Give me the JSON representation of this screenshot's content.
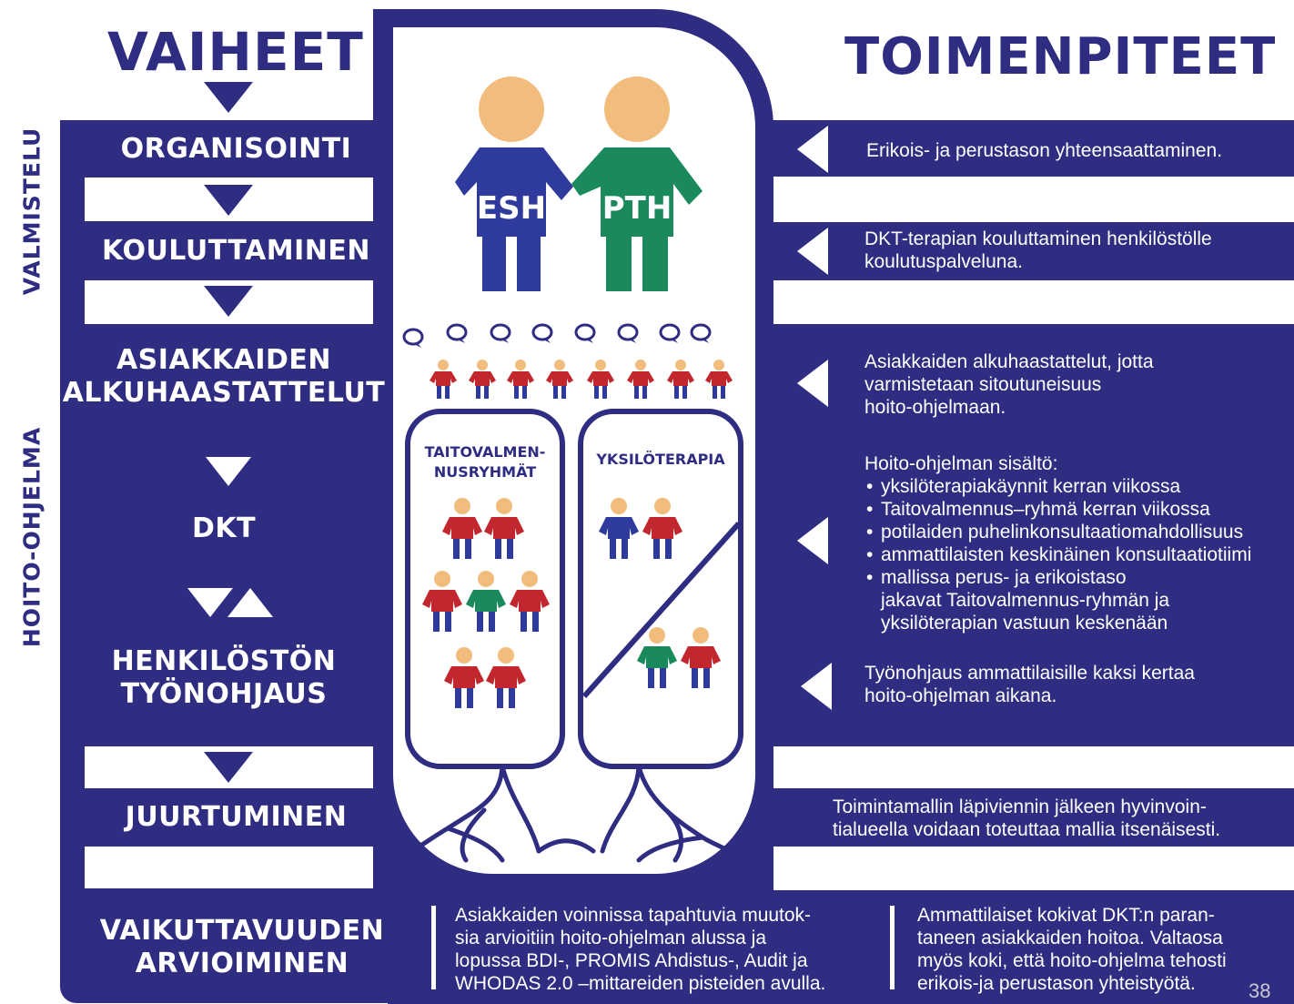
{
  "headers": {
    "left": "VAIHEET",
    "right": "TOIMENPITEET"
  },
  "side_labels": {
    "top": "VALMISTELU",
    "bottom": "HOITO-OHJELMA"
  },
  "stages": {
    "organisointi": "ORGANISOINTI",
    "kouluttaminen": "KOULUTTAMINEN",
    "alkuhaastattelut_1": "ASIAKKAIDEN",
    "alkuhaastattelut_2": "ALKUHAASTATTELUT",
    "dkt": "DKT",
    "tyonohjaus_1": "HENKILÖSTÖN",
    "tyonohjaus_2": "TYÖNOHJAUS",
    "juurtuminen": "JUURTUMINEN",
    "arviointi_1": "VAIKUTTAVUUDEN",
    "arviointi_2": "ARVIOIMINEN"
  },
  "figures": {
    "esh": "ESH",
    "pth": "PTH"
  },
  "groups": {
    "taitovalmennus_1": "TAITOVALMEN-",
    "taitovalmennus_2": "NUSRYHMÄT",
    "yksiloterapia": "YKSILÖTERAPIA"
  },
  "actions": {
    "organisointi": "Erikois- ja perustason yhteensaattaminen.",
    "kouluttaminen_1": "DKT-terapian kouluttaminen henkilöstölle",
    "kouluttaminen_2": "koulutuspalveluna.",
    "alku_1": "Asiakkaiden alkuhaastattelut, jotta",
    "alku_2": "varmistetaan sitoutuneisuus",
    "alku_3": "hoito-ohjelmaan.",
    "dkt_title": "Hoito-ohjelman sisältö:",
    "dkt_items": [
      "yksilöterapiakäynnit kerran viikossa",
      "Taitovalmennus–ryhmä kerran viikossa",
      "potilaiden puhelinkonsultaatiomahdollisuus",
      "ammattilaisten keskinäinen konsultaatiotiimi",
      "mallissa perus- ja erikoistaso"
    ],
    "dkt_cont_1": "jakavat Taitovalmennus-ryhmän ja",
    "dkt_cont_2": "yksilöterapian vastuun keskenään",
    "tyonohjaus_1": "Työnohjaus ammattilaisille kaksi kertaa",
    "tyonohjaus_2": "hoito-ohjelman aikana.",
    "juurtuminen_1": "Toimintamallin läpiviennin jälkeen hyvinvoin-",
    "juurtuminen_2": "tialueella voidaan toteuttaa mallia itsenäisesti."
  },
  "evaluation": {
    "left": [
      "Asiakkaiden voinnissa tapahtuvia muutok-",
      "sia arvioitiin hoito-ohjelman alussa ja",
      "lopussa BDI-, PROMIS Ahdistus-, Audit ja",
      "WHODAS 2.0 –mittareiden pisteiden avulla."
    ],
    "right": [
      "Ammattilaiset kokivat DKT:n paran-",
      "taneen asiakkaiden hoitoa. Valtaosa",
      "myös koki, että hoito-ohjelma tehosti",
      "erikois-ja perustason yhteistyötä."
    ]
  },
  "page_number": "38",
  "colors": {
    "navy": "#2e2d82",
    "skin": "#f2bd7c",
    "red": "#c1272d",
    "green": "#1a8a5c",
    "blue": "#2e3a9c",
    "page_number": "#c8c8d0"
  }
}
